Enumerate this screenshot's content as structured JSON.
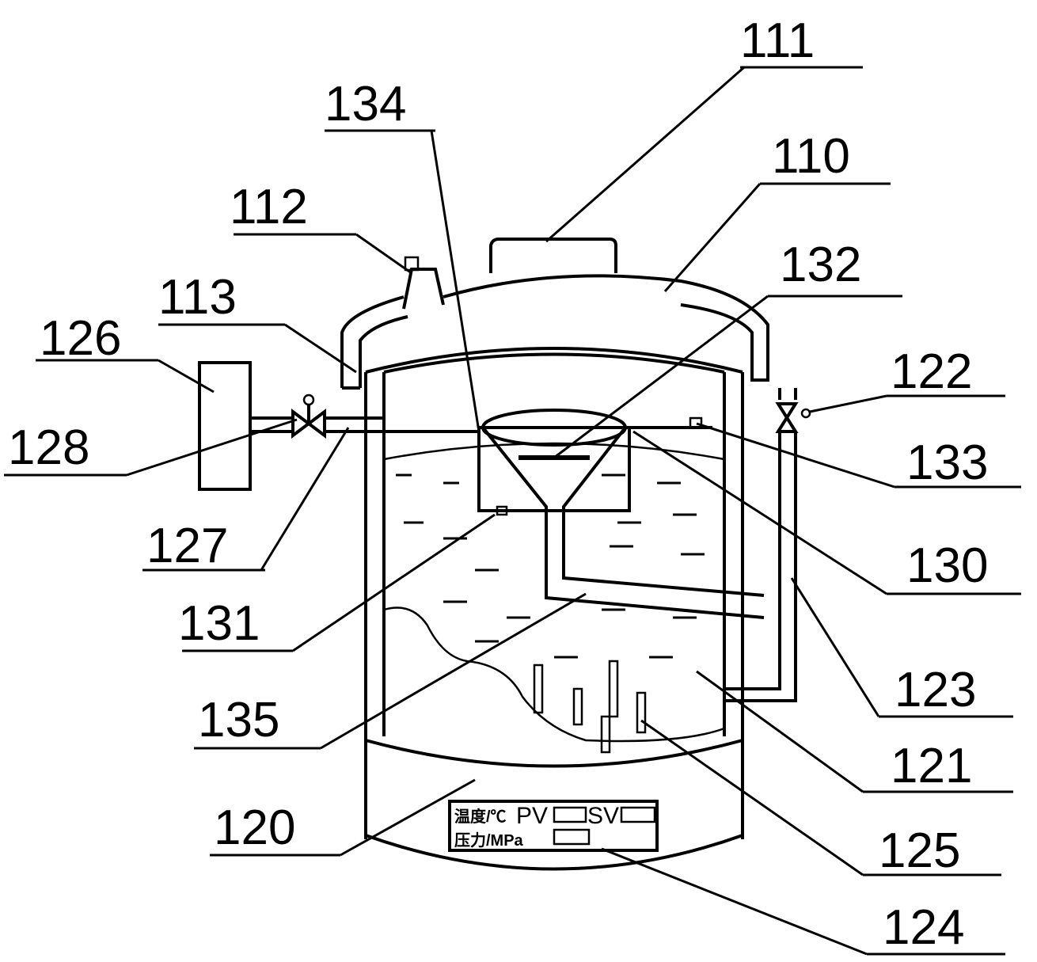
{
  "labels": {
    "l111": "111",
    "l134": "134",
    "l110": "110",
    "l112": "112",
    "l132": "132",
    "l113": "113",
    "l126": "126",
    "l122": "122",
    "l128": "128",
    "l133": "133",
    "l127": "127",
    "l130": "130",
    "l131": "131",
    "l135": "135",
    "l123": "123",
    "l121": "121",
    "l120": "120",
    "l125": "125",
    "l124": "124"
  },
  "panel": {
    "temp": "温度/℃",
    "pv": "PV",
    "sv": "SV",
    "pressure": "压力/MPa"
  }
}
